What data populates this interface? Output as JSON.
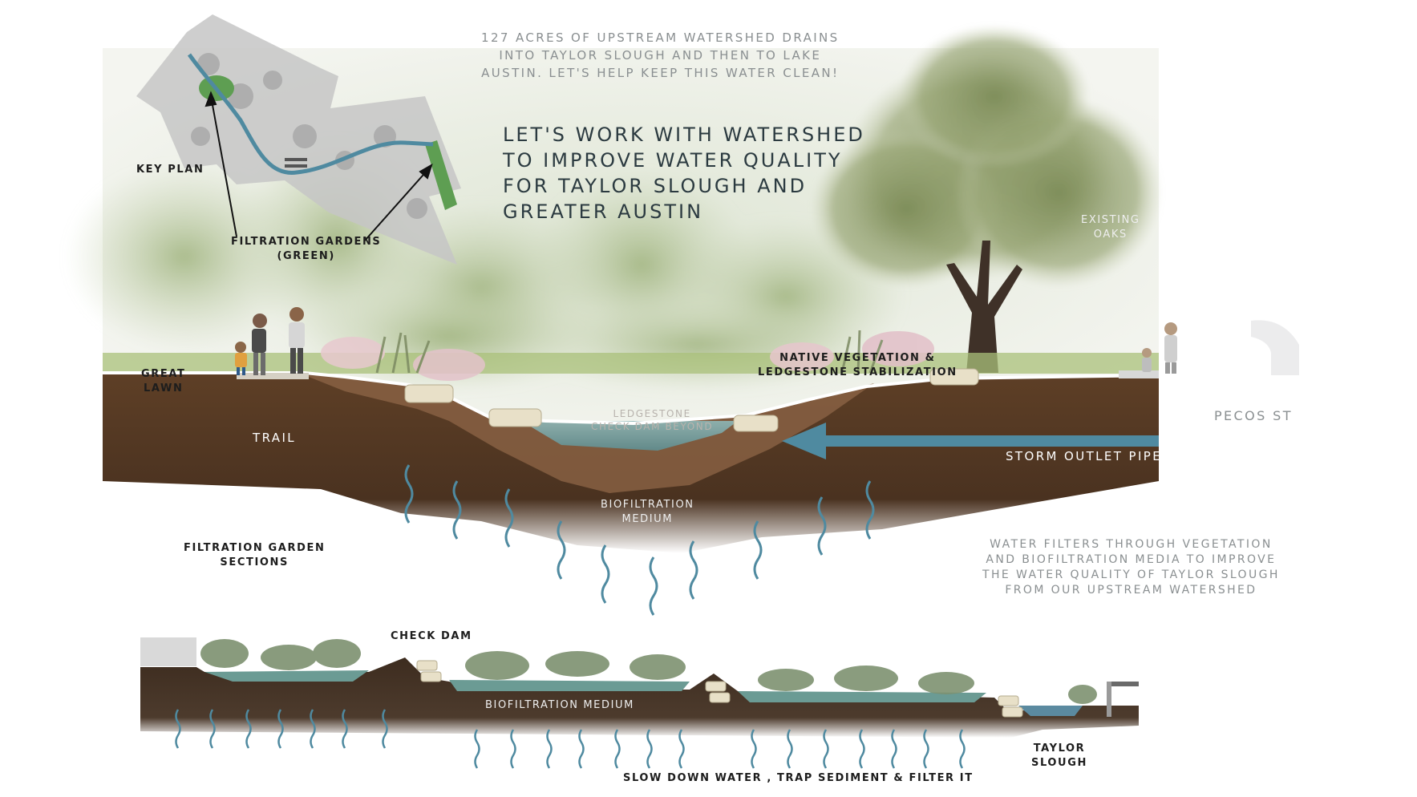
{
  "intro": {
    "lines": [
      "127 ACRES OF UPSTREAM WATERSHED DRAINS",
      "INTO TAYLOR SLOUGH AND THEN TO LAKE",
      "AUSTIN. LET'S HELP KEEP THIS WATER CLEAN!"
    ]
  },
  "headline": {
    "lines": [
      "LET'S WORK WITH WATERSHED",
      "TO IMPROVE WATER QUALITY",
      "FOR TAYLOR SLOUGH AND",
      "GREATER AUSTIN"
    ]
  },
  "key_plan": {
    "title": "KEY PLAN",
    "callout_lines": [
      "FILTRATION GARDENS",
      "(GREEN)"
    ]
  },
  "upper_section": {
    "existing_oaks": [
      "EXISTING",
      "OAKS"
    ],
    "great_lawn": [
      "GREAT",
      "LAWN"
    ],
    "native_vegetation": [
      "NATIVE VEGETATION &",
      "LEDGESTONE STABILIZATION"
    ],
    "trail": "TRAIL",
    "check_dam_beyond": [
      "LEDGESTONE",
      "CHECK DAM BEYOND"
    ],
    "street": "PECOS ST",
    "storm_pipe": "STORM OUTLET PIPE",
    "biofiltration": [
      "BIOFILTRATION",
      "MEDIUM"
    ],
    "section_title": [
      "FILTRATION GARDEN",
      "SECTIONS"
    ],
    "filter_note": [
      "WATER FILTERS THROUGH VEGETATION",
      "AND BIOFILTRATION MEDIA TO IMPROVE",
      "THE WATER QUALITY OF TAYLOR SLOUGH",
      "FROM OUR UPSTREAM WATERSHED"
    ]
  },
  "lower_section": {
    "check_dam": "CHECK DAM",
    "biofiltration": "BIOFILTRATION MEDIUM",
    "taylor_slough": [
      "TAYLOR",
      "SLOUGH"
    ],
    "caption": "SLOW DOWN WATER , TRAP SEDIMENT & FILTER IT"
  },
  "colors": {
    "water": "#4f8aa0",
    "soil": "#6a4a30",
    "garden_green": "#5e9e52",
    "sky_haze": "#eef0ea"
  },
  "icons": [
    "people-figures",
    "oak-tree",
    "parked-car",
    "arrow-icon",
    "infiltration-arrow-icon"
  ]
}
